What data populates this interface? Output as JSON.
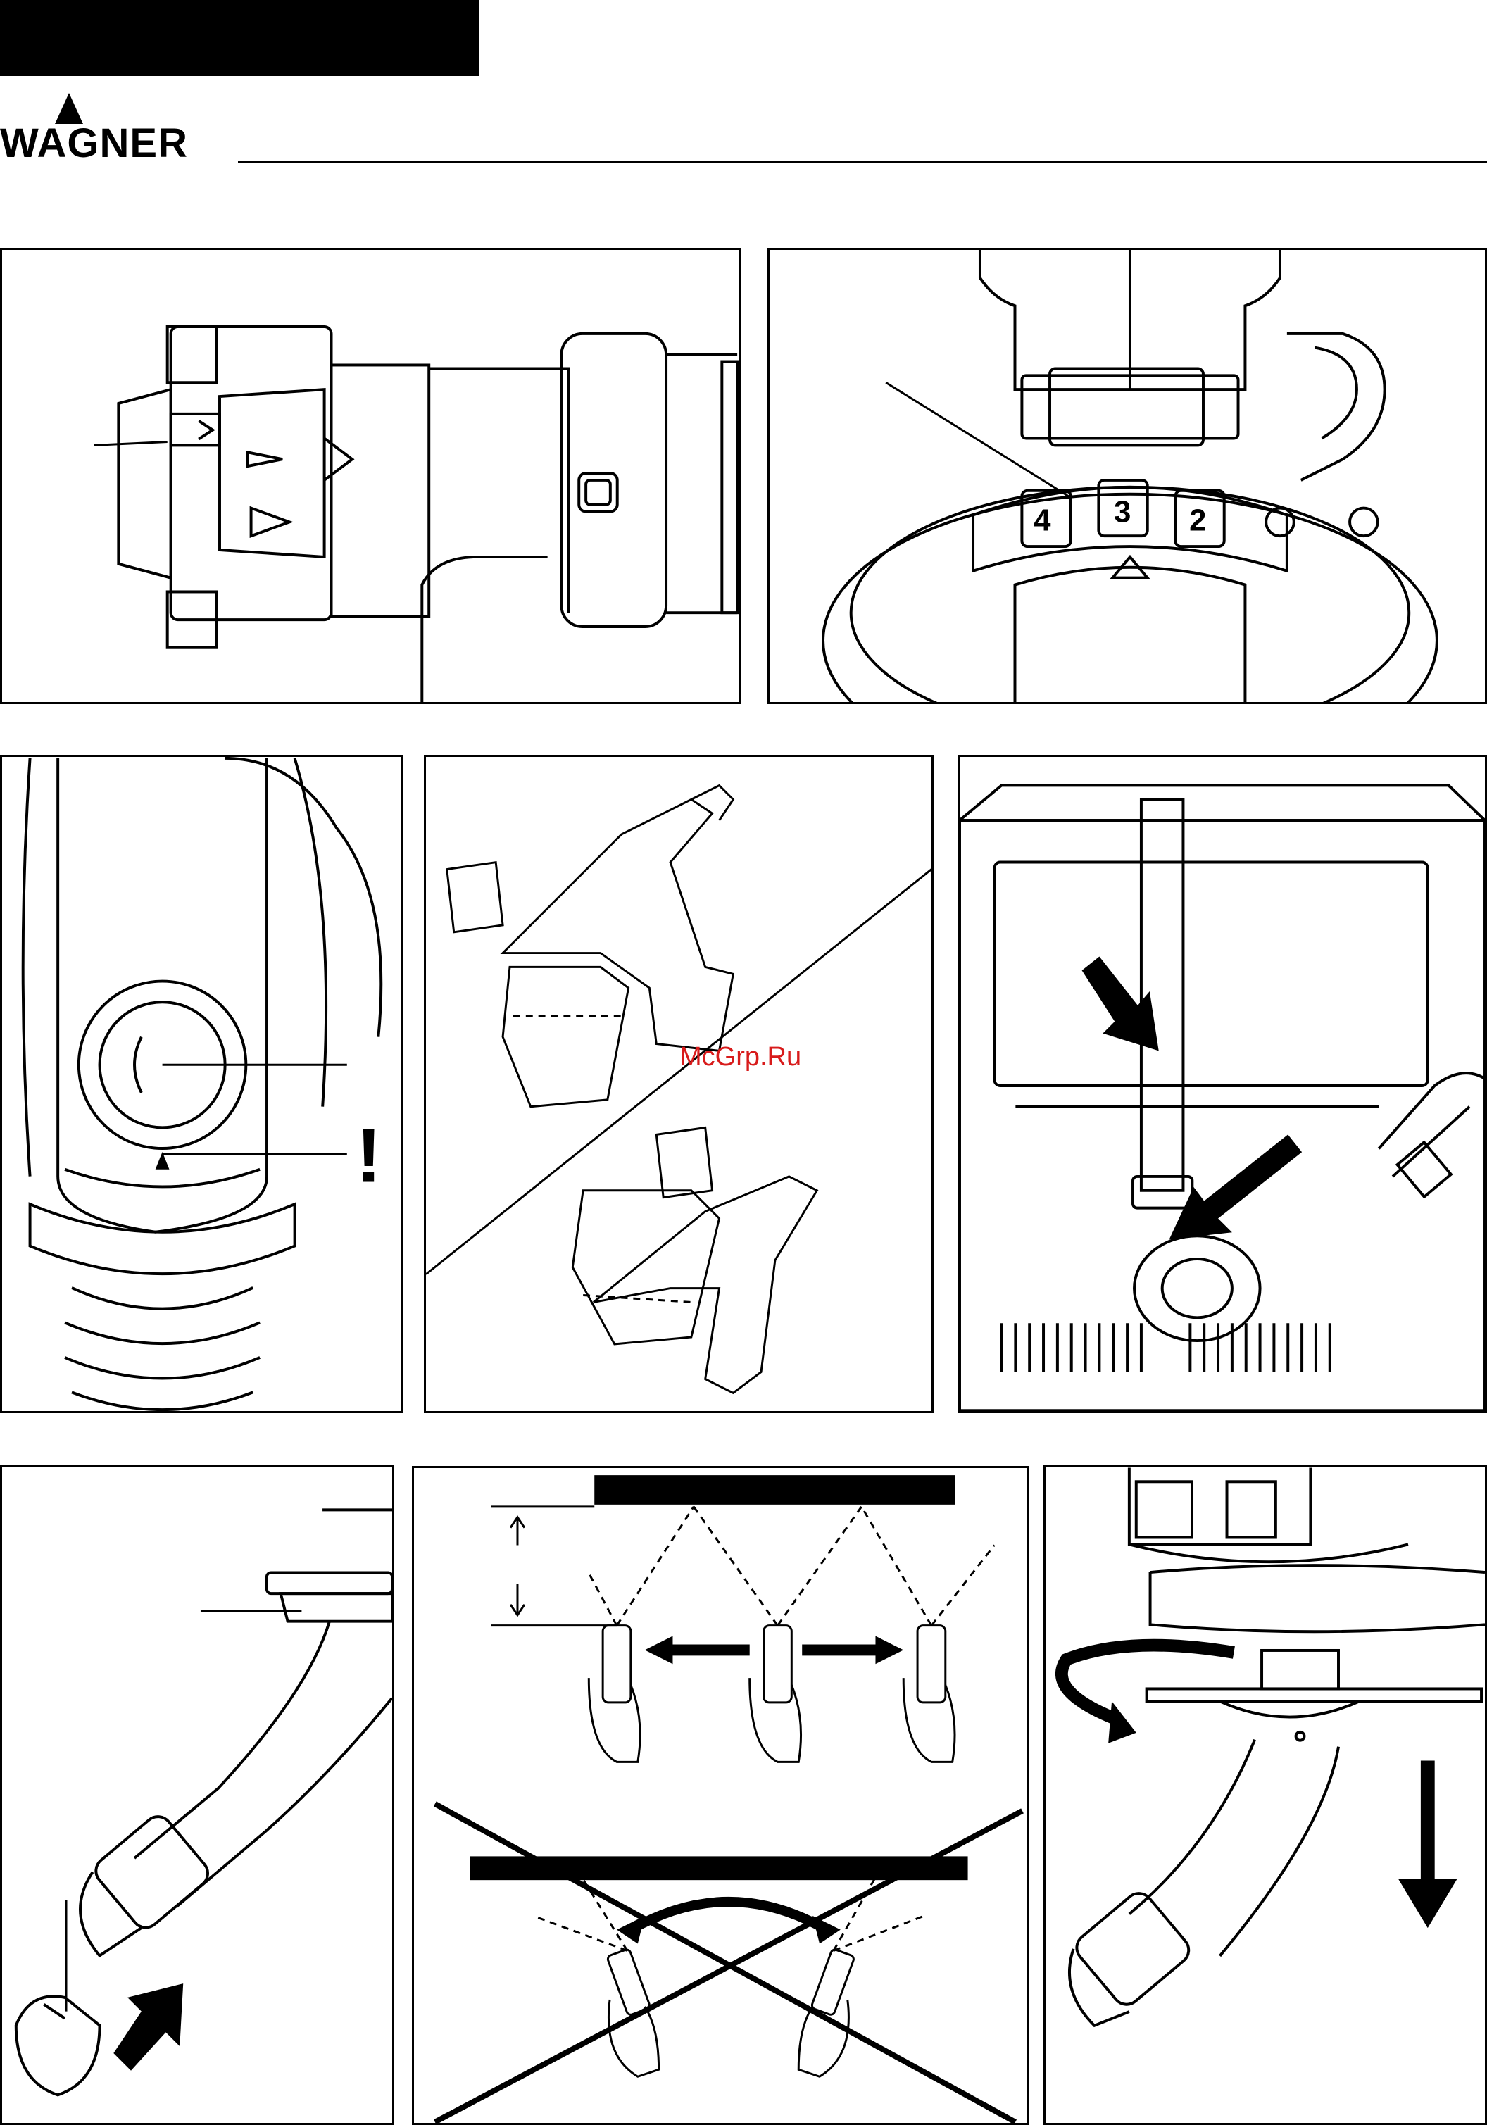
{
  "brand": {
    "name": "WAGNER"
  },
  "watermark": {
    "text": "McGrp.Ru"
  },
  "dial": {
    "numbers": [
      "4",
      "3",
      "2"
    ]
  },
  "warning_mark": "!"
}
